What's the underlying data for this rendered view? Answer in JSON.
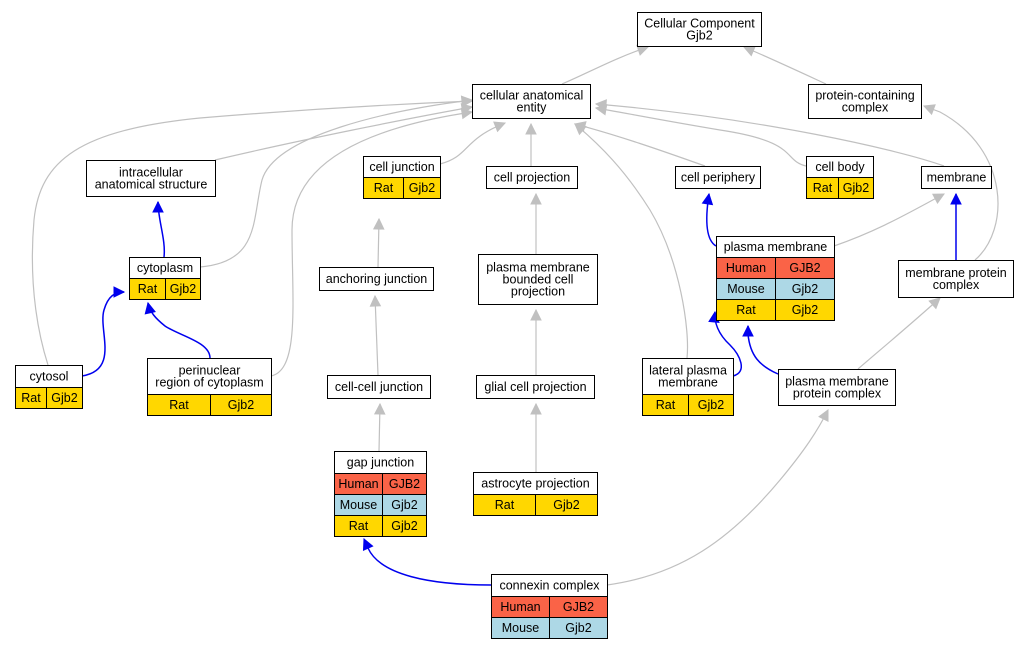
{
  "colors": {
    "human": "#fa6347",
    "mouse": "#add8e6",
    "rat": "#ffd700",
    "edge_is_a": "#c0c0c0",
    "edge_part_of": "#0000ee"
  },
  "nodes": {
    "root": {
      "lines": [
        "Cellular Component",
        "Gjb2"
      ]
    },
    "cae": {
      "lines": [
        "cellular anatomical",
        "entity"
      ]
    },
    "pcc": {
      "lines": [
        "protein-containing",
        "complex"
      ]
    },
    "ias": {
      "lines": [
        "intracellular",
        "anatomical structure"
      ]
    },
    "cj": {
      "lines": [
        "cell junction"
      ],
      "rows": [
        [
          "Rat",
          "Gjb2"
        ]
      ]
    },
    "cp": {
      "lines": [
        "cell projection"
      ]
    },
    "cper": {
      "lines": [
        "cell periphery"
      ]
    },
    "cb": {
      "lines": [
        "cell body"
      ],
      "rows": [
        [
          "Rat",
          "Gjb2"
        ]
      ]
    },
    "mem": {
      "lines": [
        "membrane"
      ]
    },
    "cyto": {
      "lines": [
        "cytoplasm"
      ],
      "rows": [
        [
          "Rat",
          "Gjb2"
        ]
      ]
    },
    "aj": {
      "lines": [
        "anchoring junction"
      ]
    },
    "pmbcp": {
      "lines": [
        "plasma membrane",
        "bounded cell",
        "projection"
      ]
    },
    "pm": {
      "lines": [
        "plasma membrane"
      ],
      "rows": [
        [
          "Human",
          "GJB2"
        ],
        [
          "Mouse",
          "Gjb2"
        ],
        [
          "Rat",
          "Gjb2"
        ]
      ]
    },
    "mpc": {
      "lines": [
        "membrane protein",
        "complex"
      ]
    },
    "cytosol": {
      "lines": [
        "cytosol"
      ],
      "rows": [
        [
          "Rat",
          "Gjb2"
        ]
      ]
    },
    "prc": {
      "lines": [
        "perinuclear",
        "region of cytoplasm"
      ],
      "rows": [
        [
          "Rat",
          "Gjb2"
        ]
      ]
    },
    "ccj": {
      "lines": [
        "cell-cell junction"
      ]
    },
    "gcp": {
      "lines": [
        "glial cell projection"
      ]
    },
    "lpm": {
      "lines": [
        "lateral plasma",
        "membrane"
      ],
      "rows": [
        [
          "Rat",
          "Gjb2"
        ]
      ]
    },
    "pmpc": {
      "lines": [
        "plasma membrane",
        "protein complex"
      ]
    },
    "gj": {
      "lines": [
        "gap junction"
      ],
      "rows": [
        [
          "Human",
          "GJB2"
        ],
        [
          "Mouse",
          "Gjb2"
        ],
        [
          "Rat",
          "Gjb2"
        ]
      ]
    },
    "ap": {
      "lines": [
        "astrocyte projection"
      ],
      "rows": [
        [
          "Rat",
          "Gjb2"
        ]
      ]
    },
    "cc": {
      "lines": [
        "connexin complex"
      ],
      "rows": [
        [
          "Human",
          "GJB2"
        ],
        [
          "Mouse",
          "Gjb2"
        ]
      ]
    }
  },
  "edges": [
    {
      "from": "cae",
      "to": "root",
      "type": "is_a"
    },
    {
      "from": "pcc",
      "to": "root",
      "type": "is_a"
    },
    {
      "from": "ias",
      "to": "cae",
      "type": "is_a"
    },
    {
      "from": "cj",
      "to": "cae",
      "type": "is_a"
    },
    {
      "from": "cp",
      "to": "cae",
      "type": "is_a"
    },
    {
      "from": "cper",
      "to": "cae",
      "type": "is_a"
    },
    {
      "from": "cb",
      "to": "cae",
      "type": "is_a"
    },
    {
      "from": "mem",
      "to": "cae",
      "type": "is_a"
    },
    {
      "from": "cyto",
      "to": "cae",
      "type": "is_a"
    },
    {
      "from": "cytosol",
      "to": "cae",
      "type": "is_a"
    },
    {
      "from": "prc",
      "to": "cae",
      "type": "is_a"
    },
    {
      "from": "lpm",
      "to": "cae",
      "type": "is_a"
    },
    {
      "from": "cyto",
      "to": "ias",
      "type": "part_of"
    },
    {
      "from": "cytosol",
      "to": "cyto",
      "type": "part_of"
    },
    {
      "from": "prc",
      "to": "cyto",
      "type": "part_of"
    },
    {
      "from": "aj",
      "to": "cj",
      "type": "is_a"
    },
    {
      "from": "ccj",
      "to": "aj",
      "type": "is_a"
    },
    {
      "from": "gj",
      "to": "ccj",
      "type": "is_a"
    },
    {
      "from": "pmbcp",
      "to": "cp",
      "type": "is_a"
    },
    {
      "from": "gcp",
      "to": "pmbcp",
      "type": "is_a"
    },
    {
      "from": "ap",
      "to": "gcp",
      "type": "is_a"
    },
    {
      "from": "pm",
      "to": "cper",
      "type": "part_of"
    },
    {
      "from": "pm",
      "to": "mem",
      "type": "is_a"
    },
    {
      "from": "mpc",
      "to": "mem",
      "type": "part_of"
    },
    {
      "from": "mpc",
      "to": "pcc",
      "type": "is_a"
    },
    {
      "from": "lpm",
      "to": "pm",
      "type": "part_of"
    },
    {
      "from": "pmpc",
      "to": "pm",
      "type": "part_of"
    },
    {
      "from": "pmpc",
      "to": "mpc",
      "type": "is_a"
    },
    {
      "from": "cc",
      "to": "gj",
      "type": "part_of"
    },
    {
      "from": "cc",
      "to": "pmpc",
      "type": "is_a"
    }
  ]
}
